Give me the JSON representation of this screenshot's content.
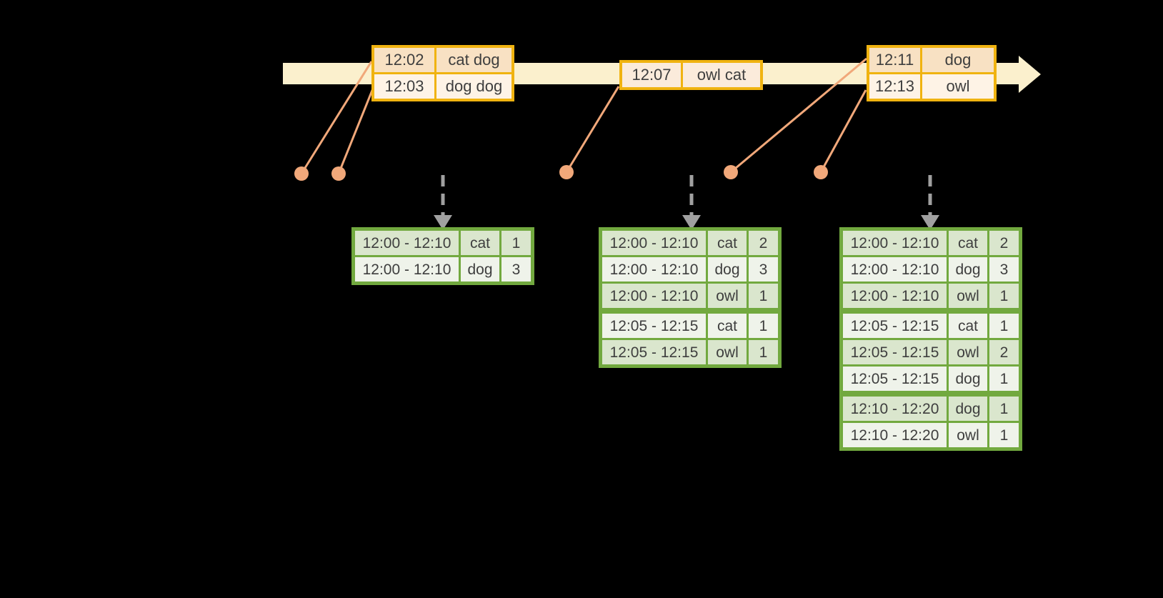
{
  "colors": {
    "background": "#000000",
    "timeline_band": "#fbf0cd",
    "event_border": "#f0b310",
    "event_fill_dark": "#f8e1c3",
    "event_fill_mid": "#fbebdb",
    "event_fill_light": "#fef3e6",
    "result_border": "#72a93f",
    "result_fill_dark": "#dae6cd",
    "result_fill_light": "#eff3ea",
    "dot_and_line": "#f1a87a",
    "trigger_arrow": "#a0a0a0",
    "text": "#3e3e3e"
  },
  "icons": {
    "timeline_arrow": "right-arrow-band",
    "trigger_arrow": "dashed-down-arrow",
    "event_dot": "filled-circle"
  },
  "event_tables": [
    {
      "rows": [
        {
          "time": "12:02",
          "words": "cat dog",
          "shade": "dark"
        },
        {
          "time": "12:03",
          "words": "dog dog",
          "shade": "light"
        }
      ]
    },
    {
      "rows": [
        {
          "time": "12:07",
          "words": "owl cat",
          "shade": "mid"
        }
      ]
    },
    {
      "rows": [
        {
          "time": "12:11",
          "words": "dog",
          "shade": "dark"
        },
        {
          "time": "12:13",
          "words": "owl",
          "shade": "light"
        }
      ]
    }
  ],
  "result_tables": [
    {
      "rows": [
        {
          "window": "12:00 - 12:10",
          "word": "cat",
          "count": "1",
          "group_start": false
        },
        {
          "window": "12:00 - 12:10",
          "word": "dog",
          "count": "3",
          "group_start": false
        }
      ]
    },
    {
      "rows": [
        {
          "window": "12:00 - 12:10",
          "word": "cat",
          "count": "2",
          "group_start": false
        },
        {
          "window": "12:00 - 12:10",
          "word": "dog",
          "count": "3",
          "group_start": false
        },
        {
          "window": "12:00 - 12:10",
          "word": "owl",
          "count": "1",
          "group_start": false
        },
        {
          "window": "12:05 - 12:15",
          "word": "cat",
          "count": "1",
          "group_start": true
        },
        {
          "window": "12:05 - 12:15",
          "word": "owl",
          "count": "1",
          "group_start": false
        }
      ]
    },
    {
      "rows": [
        {
          "window": "12:00 - 12:10",
          "word": "cat",
          "count": "2",
          "group_start": false
        },
        {
          "window": "12:00 - 12:10",
          "word": "dog",
          "count": "3",
          "group_start": false
        },
        {
          "window": "12:00 - 12:10",
          "word": "owl",
          "count": "1",
          "group_start": false
        },
        {
          "window": "12:05 - 12:15",
          "word": "cat",
          "count": "1",
          "group_start": true
        },
        {
          "window": "12:05 - 12:15",
          "word": "owl",
          "count": "2",
          "group_start": false
        },
        {
          "window": "12:05 - 12:15",
          "word": "dog",
          "count": "1",
          "group_start": false
        },
        {
          "window": "12:10 - 12:20",
          "word": "dog",
          "count": "1",
          "group_start": true
        },
        {
          "window": "12:10 - 12:20",
          "word": "owl",
          "count": "1",
          "group_start": false
        }
      ]
    }
  ]
}
